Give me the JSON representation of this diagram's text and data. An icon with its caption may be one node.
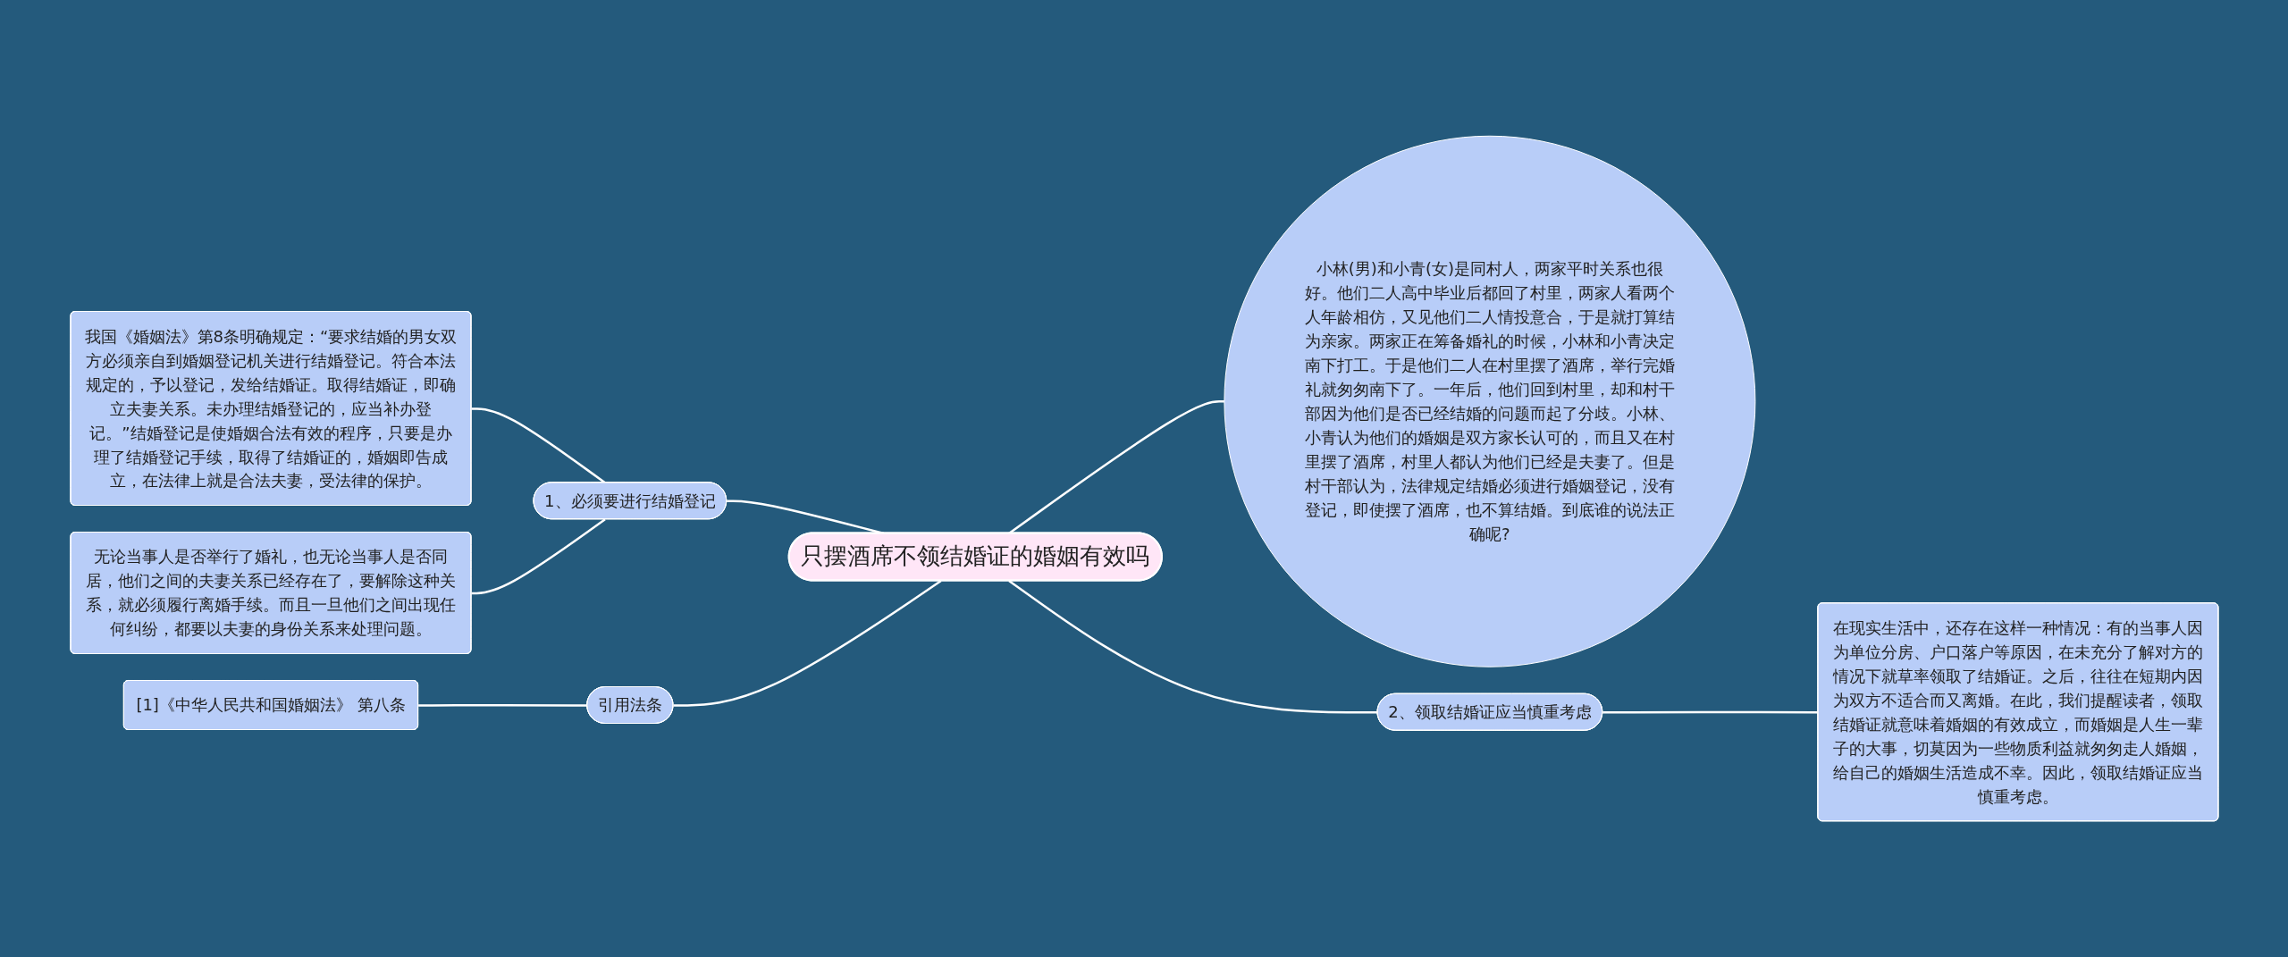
{
  "diagram": {
    "nodes": [
      {
        "text": [
          "只摆酒席不领结婚证的婚姻有效吗"
        ]
      },
      {
        "text": [
          "小林(男)和小青(女)是同村人，两家平时关系也很好。他们二人高中毕业后都回了村里，两家人看两个人年龄相仿，又见他们二人情投意合，于是就打算结为亲家。两家正在筹备婚礼的时候，小林和小青决定南下打工。于是他们二人在村里摆了酒席，举行完婚礼就匆匆南下了。一年后，他们回到村里，却和村干部因为他们是否已经结婚的问题而起了分歧。小林、小青认为他们的婚姻是双方家长认可的，而且又在村里摆了酒席，村里人都认为他们已经是夫妻了。但是村干部认为，法律规定结婚必须进行婚姻登记，没有登记，即使摆了酒席，也不算结婚。到底谁的说法正确呢?"
        ]
      },
      {
        "text": [
          "1、必须要进行结婚登记"
        ]
      },
      {
        "text": [
          "我国《婚姻法》第8条明确规定：“要求结婚的男女双方必须亲自到婚姻登记机关进行结婚登记。符合本法规定的，予以登记，发给结婚证。取得结婚证，即确立夫妻关系。未办理结婚登记的，应当补办登记。”结婚登记是使婚姻合法有效的程序，只要是办理了结婚登记手续，取得了结婚证的，婚姻即告成立，在法律上就是合法夫妻，受法律的保护。"
        ]
      },
      {
        "text": [
          "无论当事人是否举行了婚礼，也无论当事人是否同居，他们之间的夫妻关系已经存在了，要解除这种关系，就必须履行离婚手续。而且一旦他们之间出现任何纠纷，都要以夫妻的身份关系来处理问题。"
        ]
      },
      {
        "text": [
          "引用法条"
        ]
      },
      {
        "text": [
          "[1]《中华人民共和国婚姻法》 第八条"
        ]
      },
      {
        "text": [
          "2、领取结婚证应当慎重考虑"
        ]
      },
      {
        "text": [
          "在现实生活中，还存在这样一种情况：有的当事人因为单位分房、户口落户等原因，在未充分了解对方的情况下就草率领取了结婚证。之后，往往在短期内因为双方不适合而又离婚。在此，我们提醒读者，领取结婚证就意味着婚姻的有效成立，而婚姻是人生一辈子的大事，切莫因为一些物质利益就匆匆走人婚姻，给自己的婚姻生活造成不幸。因此，领取结婚证应当慎重考虑。"
        ]
      }
    ],
    "edges": [
      {
        "from": 0,
        "to": 1,
        "arrow": "none"
      },
      {
        "from": 0,
        "to": 2,
        "arrow": "none"
      },
      {
        "from": 2,
        "to": 3,
        "arrow": "none"
      },
      {
        "from": 2,
        "to": 4,
        "arrow": "none"
      },
      {
        "from": 0,
        "to": 5,
        "arrow": "none"
      },
      {
        "from": 5,
        "to": 6,
        "arrow": "none"
      },
      {
        "from": 0,
        "to": 7,
        "arrow": "none"
      },
      {
        "from": 7,
        "to": 8,
        "arrow": "none"
      }
    ]
  }
}
